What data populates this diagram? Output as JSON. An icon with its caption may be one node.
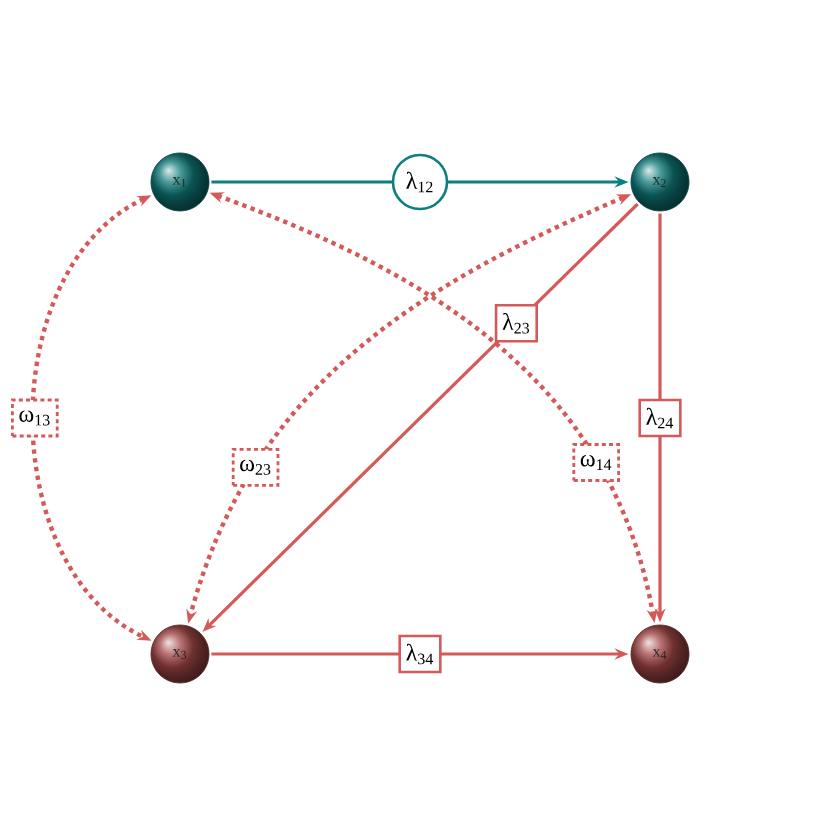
{
  "diagram": {
    "nodes": [
      {
        "text": [
          "x$_{1}$"
        ]
      },
      {
        "text": [
          "x$_{2}$"
        ]
      },
      {
        "text": [
          "x$_{3}$"
        ]
      },
      {
        "text": [
          "x$_{4}$"
        ]
      }
    ],
    "edges": [
      {
        "from": 0,
        "to": 1,
        "arrow": "to",
        "label": "λ$_{12}$",
        "color": "#0e7f7f"
      },
      {
        "from": 1,
        "to": 2,
        "arrow": "to",
        "label": "λ$_{23}$"
      },
      {
        "from": 1,
        "to": 3,
        "arrow": "to",
        "label": "λ$_{24}$"
      },
      {
        "from": 2,
        "to": 3,
        "arrow": "to",
        "label": "λ$_{34}$"
      },
      {
        "from": 0,
        "to": 2,
        "arrow": "both",
        "label": "ω$_{13}$",
        "style": "dashed"
      },
      {
        "from": 1,
        "to": 2,
        "arrow": "both",
        "label": "ω$_{23}$",
        "style": "dashed"
      },
      {
        "from": 0,
        "to": 3,
        "arrow": "both",
        "label": "ω$_{14}$",
        "style": "dashed"
      }
    ]
  }
}
